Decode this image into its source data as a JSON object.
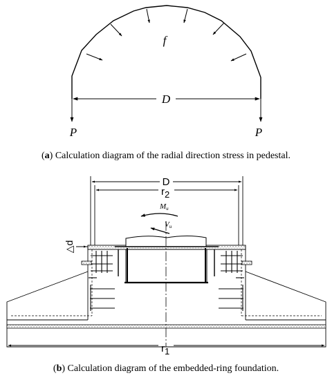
{
  "figure_a": {
    "load_label": "f",
    "span_label": "D",
    "left_force_label": "P",
    "right_force_label": "P",
    "caption_tag": "a",
    "caption_text": "Calculation diagram of the radial direction stress in pedestal."
  },
  "figure_b": {
    "outer_dim_label": "D",
    "inner_dim_label": "r",
    "inner_dim_sub": "2",
    "base_dim_label": "r",
    "base_dim_sub": "1",
    "moment_label": "M",
    "moment_sub": "u",
    "shear_label": "V",
    "shear_sub": "u",
    "offset_label": "△d",
    "caption_tag": "b",
    "caption_text": "Calculation diagram of the embedded-ring foundation."
  }
}
